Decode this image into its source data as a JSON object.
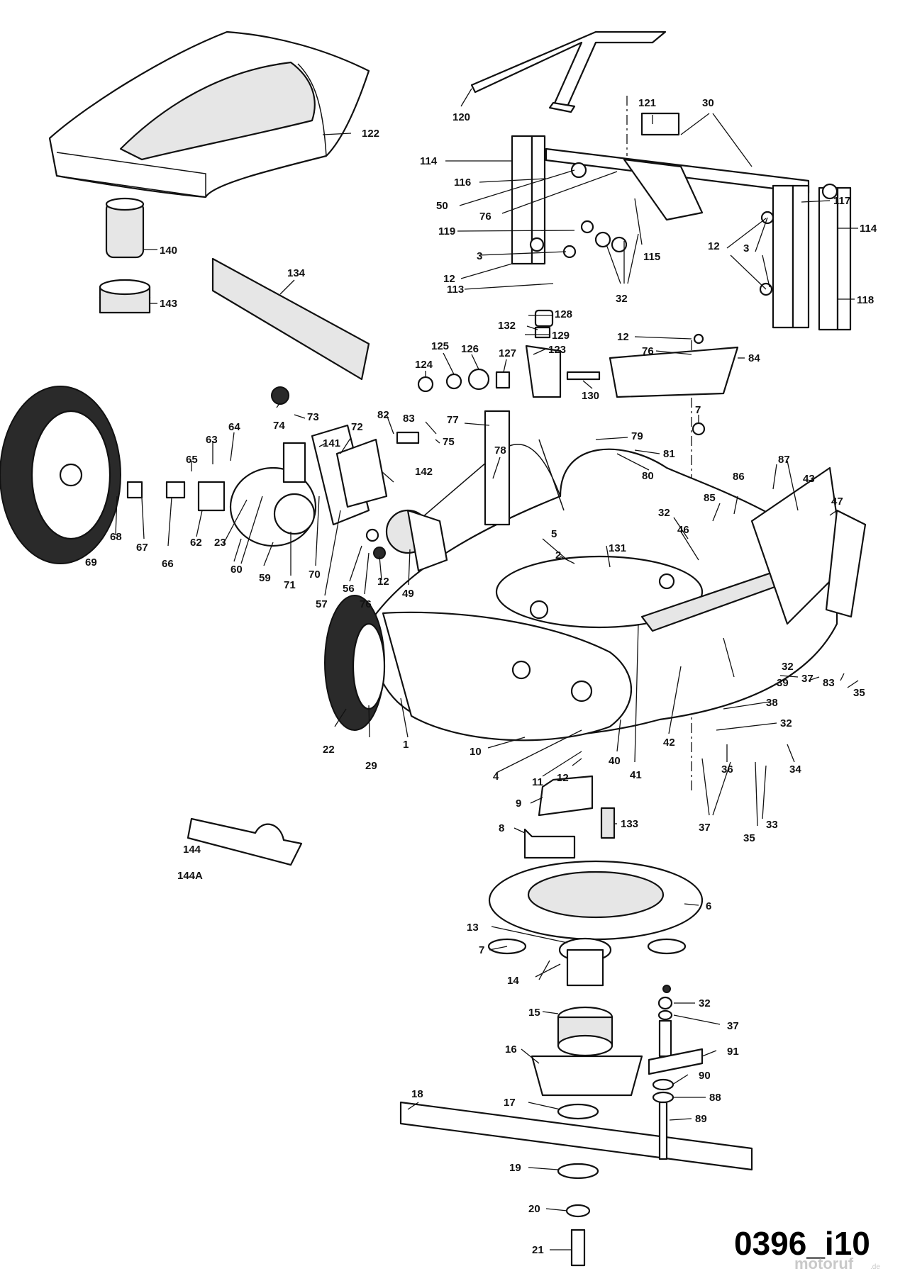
{
  "diagram": {
    "code": "0396_i10",
    "watermark": {
      "brand": "motoruf",
      "suffix": ".de"
    },
    "labels": [
      "122",
      "120",
      "121",
      "30",
      "114",
      "116",
      "50",
      "76",
      "119",
      "3",
      "12",
      "113",
      "32",
      "115",
      "117",
      "114",
      "12",
      "3",
      "118",
      "140",
      "143",
      "134",
      "128",
      "132",
      "129",
      "123",
      "125",
      "126",
      "127",
      "124",
      "130",
      "12",
      "76",
      "84",
      "7",
      "74",
      "73",
      "64",
      "63",
      "65",
      "141",
      "72",
      "82",
      "83",
      "75",
      "77",
      "78",
      "142",
      "79",
      "81",
      "80",
      "69",
      "68",
      "67",
      "66",
      "62",
      "23",
      "60",
      "59",
      "71",
      "70",
      "57",
      "56",
      "76",
      "12",
      "49",
      "5",
      "2",
      "131",
      "32",
      "46",
      "85",
      "86",
      "87",
      "43",
      "47",
      "22",
      "29",
      "1",
      "10",
      "4",
      "11",
      "12",
      "40",
      "41",
      "42",
      "39",
      "32",
      "37",
      "83",
      "35",
      "38",
      "32",
      "36",
      "34",
      "37",
      "35",
      "33",
      "9",
      "133",
      "8",
      "144",
      "144A",
      "6",
      "13",
      "7",
      "14",
      "15",
      "32",
      "37",
      "16",
      "91",
      "90",
      "88",
      "89",
      "18",
      "17",
      "19",
      "20",
      "21"
    ]
  }
}
